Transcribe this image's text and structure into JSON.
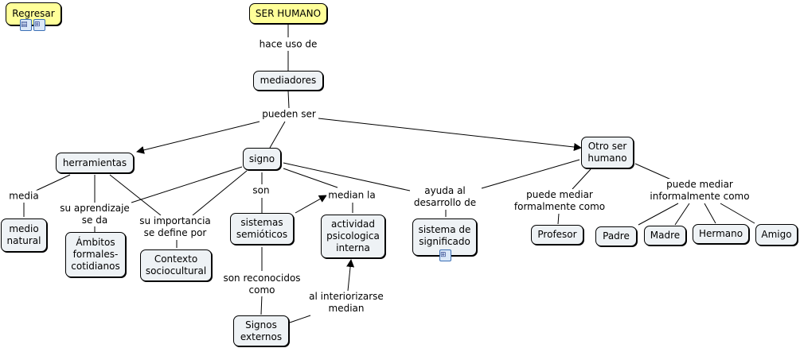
{
  "nodes": {
    "regresar": "Regresar",
    "ser_humano": "SER HUMANO",
    "mediadores": "mediadores",
    "herramientas": "herramientas",
    "signo": "signo",
    "otro_ser_humano": [
      "Otro ser",
      "humano"
    ],
    "medio_natural": [
      "medio",
      "natural"
    ],
    "ambitos": [
      "Ámbitos",
      "formales-",
      "cotidianos"
    ],
    "contexto": [
      "Contexto",
      "sociocultural"
    ],
    "sistemas_semioticos": [
      "sistemas",
      "semióticos"
    ],
    "actividad": [
      "actividad",
      "psicologica",
      "interna"
    ],
    "sistema_significado": [
      "sistema de",
      "significado"
    ],
    "signos_externos": [
      "Signos",
      "externos"
    ],
    "profesor": "Profesor",
    "padre": "Padre",
    "madre": "Madre",
    "hermano": "Hermano",
    "amigo": "Amigo"
  },
  "links": {
    "hace_uso_de": "hace uso de",
    "pueden_ser": "pueden ser",
    "media": "media",
    "su_aprendizaje": [
      "su aprendizaje",
      "se da"
    ],
    "su_importancia": [
      "su importancia",
      "se define por"
    ],
    "son": "son",
    "median_la": "median la",
    "ayuda_al": [
      "ayuda al",
      "desarrollo de"
    ],
    "son_reconocidos": [
      "son reconocidos",
      "como"
    ],
    "al_interiorizarse": [
      "al interiorizarse",
      "median"
    ],
    "puede_mediar_formal": [
      "puede mediar",
      "formalmente como"
    ],
    "puede_mediar_informal": [
      "puede mediar",
      "informalmente como"
    ]
  },
  "icons": {
    "regresar": [
      "document-icon",
      "concept-map-icon"
    ],
    "sistema_significado": [
      "concept-map-icon"
    ]
  },
  "colors": {
    "root": "#ffff99",
    "concept": "#eef2f5",
    "line": "#000000"
  }
}
